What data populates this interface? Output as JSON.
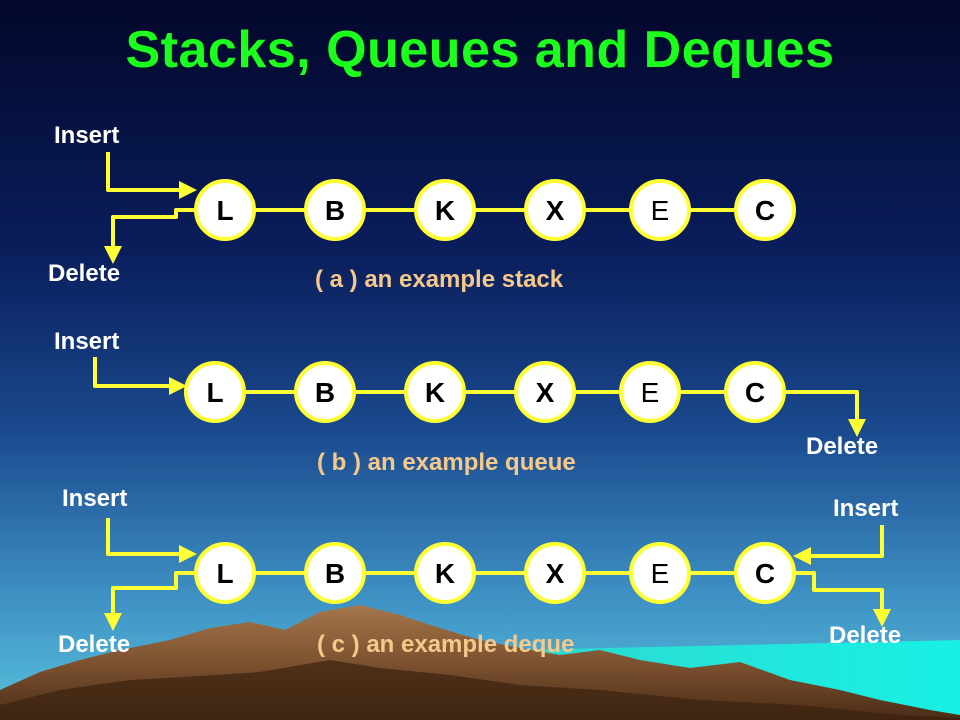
{
  "title": "Stacks, Queues and Deques",
  "colors": {
    "title": "#1cff1c",
    "labels": "#ffffff",
    "captions": "#f6c98a",
    "connector": "#ffff33",
    "node_fill": "#ffffff"
  },
  "panels": [
    {
      "caption": "( a ) an example stack",
      "nodes": [
        "L",
        "B",
        "K",
        "X",
        "E",
        "C"
      ],
      "left_labels": {
        "insert": "Insert",
        "delete": "Delete"
      }
    },
    {
      "caption": "( b ) an example queue",
      "nodes": [
        "L",
        "B",
        "K",
        "X",
        "E",
        "C"
      ],
      "left_labels": {
        "insert": "Insert"
      },
      "right_labels": {
        "delete": "Delete"
      }
    },
    {
      "caption": "( c ) an example deque",
      "nodes": [
        "L",
        "B",
        "K",
        "X",
        "E",
        "C"
      ],
      "left_labels": {
        "insert": "Insert",
        "delete": "Delete"
      },
      "right_labels": {
        "insert": "Insert",
        "delete": "Delete"
      }
    }
  ]
}
